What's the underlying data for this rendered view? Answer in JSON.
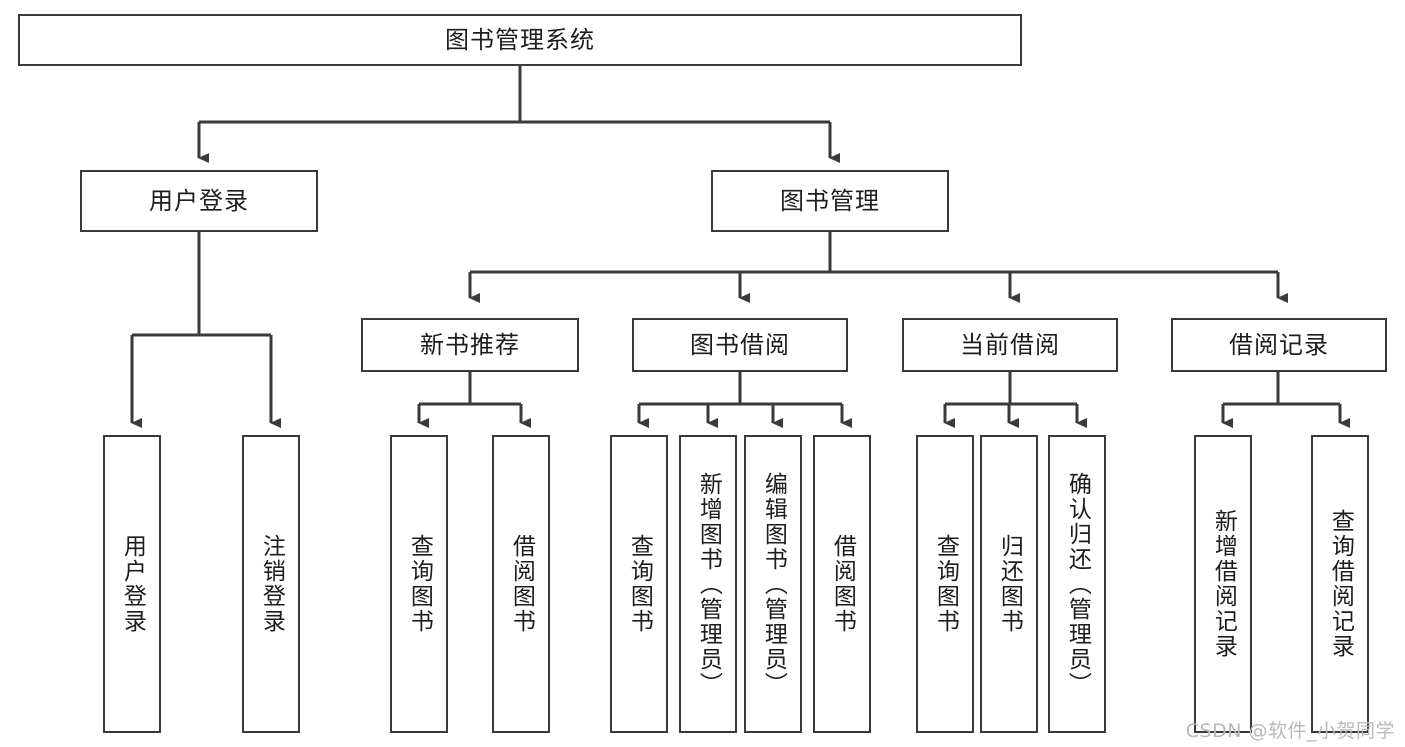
{
  "diagram": {
    "title": "图书管理系统",
    "type": "tree",
    "watermark": "CSDN @软件_小贺同学",
    "colors": {
      "box_border": "#3a3a3a",
      "box_fill": "#ffffff",
      "edge": "#3a3a3a",
      "text": "#1d1d1d",
      "watermark": "#b9b9b9",
      "background": "#ffffff"
    },
    "levels": {
      "root": {
        "label": "图书管理系统",
        "orientation": "horizontal"
      },
      "level1": [
        {
          "label": "用户登录",
          "orientation": "horizontal"
        },
        {
          "label": "图书管理",
          "orientation": "horizontal"
        }
      ],
      "level2": [
        {
          "label": "新书推荐",
          "orientation": "horizontal"
        },
        {
          "label": "图书借阅",
          "orientation": "horizontal"
        },
        {
          "label": "当前借阅",
          "orientation": "horizontal"
        },
        {
          "label": "借阅记录",
          "orientation": "horizontal"
        }
      ],
      "leaves": {
        "user_login": [
          {
            "label": "用户登录",
            "orientation": "vertical"
          },
          {
            "label": "注销登录",
            "orientation": "vertical"
          }
        ],
        "new_book_recommend": [
          {
            "label": "查询图书",
            "orientation": "vertical"
          },
          {
            "label": "借阅图书",
            "orientation": "vertical"
          }
        ],
        "book_borrow": [
          {
            "label": "查询图书",
            "orientation": "vertical"
          },
          {
            "label": "新增图书（管理员）",
            "orientation": "vertical"
          },
          {
            "label": "编辑图书（管理员）",
            "orientation": "vertical"
          },
          {
            "label": "借阅图书",
            "orientation": "vertical"
          }
        ],
        "current_borrow": [
          {
            "label": "查询图书",
            "orientation": "vertical"
          },
          {
            "label": "归还图书",
            "orientation": "vertical"
          },
          {
            "label": "确认归还（管理员）",
            "orientation": "vertical"
          }
        ],
        "borrow_record": [
          {
            "label": "新增借阅记录",
            "orientation": "vertical"
          },
          {
            "label": "查询借阅记录",
            "orientation": "vertical"
          }
        ]
      }
    }
  }
}
